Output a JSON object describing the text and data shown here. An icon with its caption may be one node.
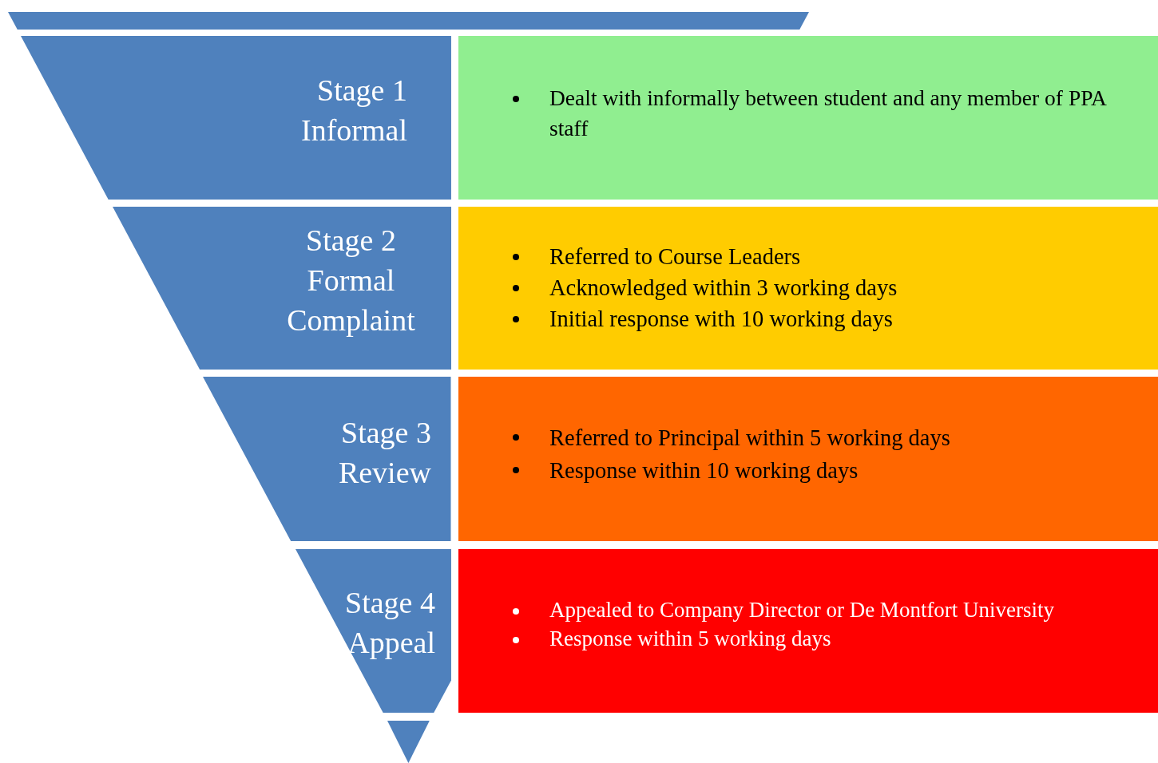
{
  "diagram": {
    "nodes": [
      {
        "text": [],
        "shape": "bar"
      },
      {
        "text": [
          "Stage 1",
          "Informal"
        ]
      },
      {
        "text": [
          "Dealt with informally between student and any member of PPA staff"
        ]
      },
      {
        "text": [
          "Stage 2",
          "Formal Complaint"
        ]
      },
      {
        "text": [
          "Referred to Course Leaders",
          "Acknowledged within 3 working days",
          "Initial response with 10 working days"
        ]
      },
      {
        "text": [
          "Stage 3",
          "Review"
        ]
      },
      {
        "text": [
          "Referred to Principal within 5 working days",
          "Response within 10 working days"
        ]
      },
      {
        "text": [
          "Stage 4",
          "Appeal"
        ]
      },
      {
        "text": [
          "Appealed to Company Director or De Montfort University",
          "Response within 5 working days"
        ]
      },
      {
        "text": [],
        "shape": "triangle"
      }
    ],
    "edges": []
  }
}
